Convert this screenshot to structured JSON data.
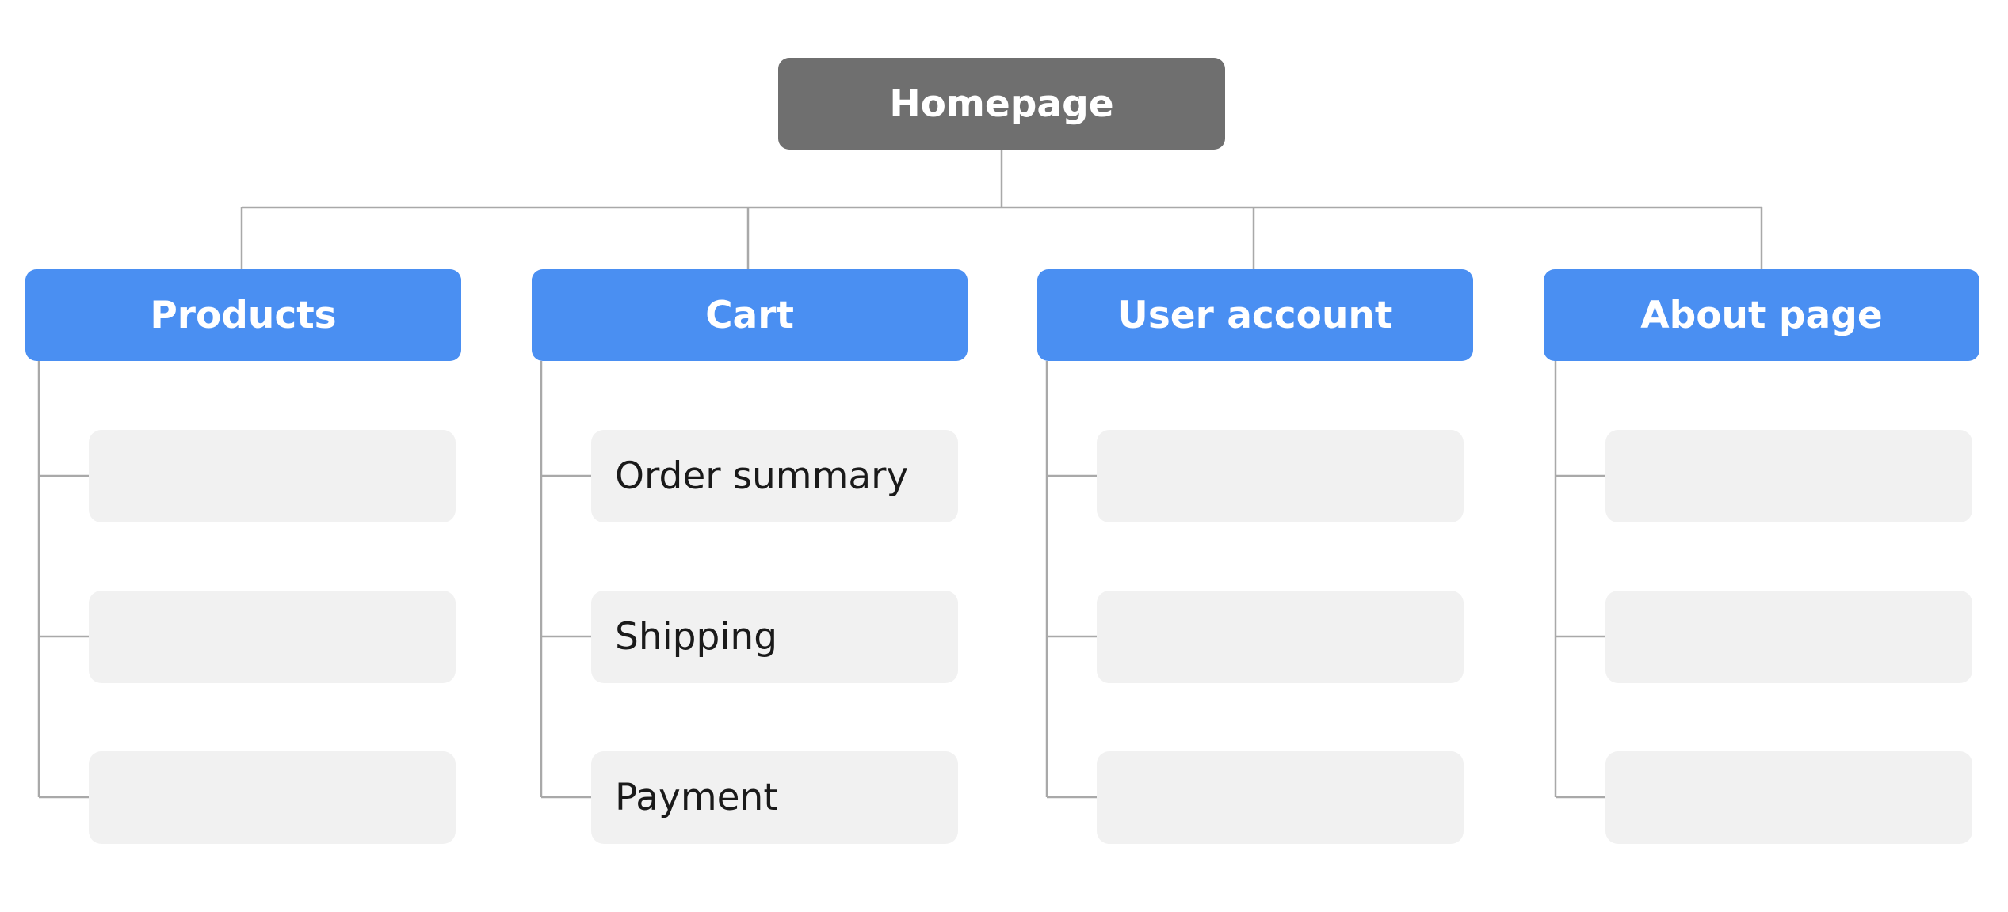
{
  "root": {
    "label": "Homepage",
    "color": "#6f6f6f"
  },
  "categories": [
    {
      "label": "Products",
      "children": [
        "",
        "",
        ""
      ]
    },
    {
      "label": "Cart",
      "children": [
        "Order summary",
        "Shipping",
        "Payment"
      ]
    },
    {
      "label": "User account",
      "children": [
        "",
        "",
        ""
      ]
    },
    {
      "label": "About page",
      "children": [
        "",
        "",
        ""
      ]
    }
  ],
  "colors": {
    "category_fill": "#4a8ff2",
    "child_fill": "#f1f1f1",
    "connector": "#a9a9a9"
  }
}
